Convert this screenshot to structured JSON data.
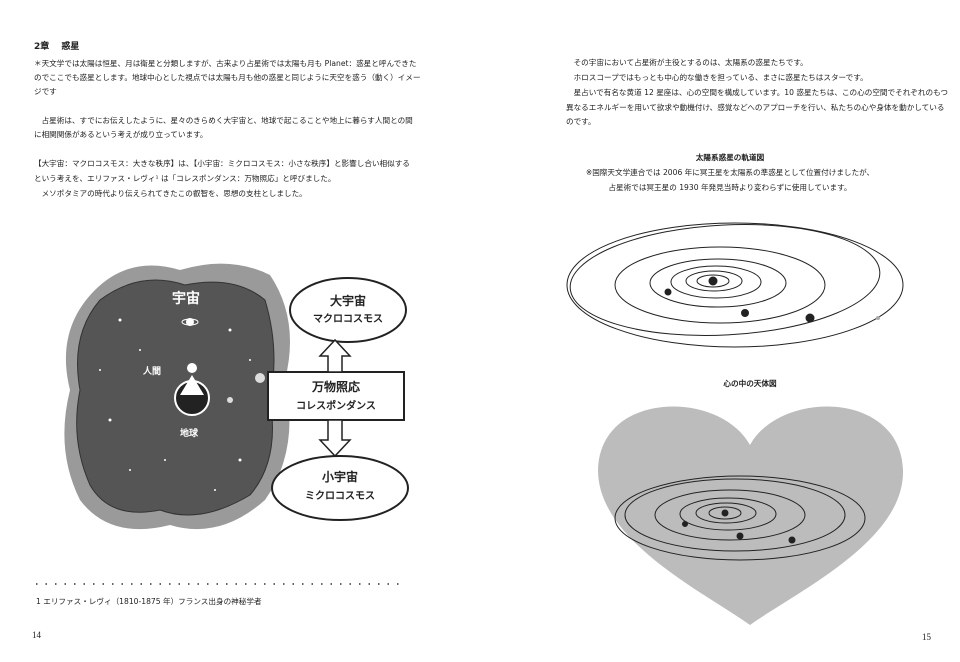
{
  "left": {
    "chapter": "2章　 惑星",
    "note": [
      "＊天文学では太陽は恒星、月は衛星と分類しますが、古来より占星術では太陽も月も Planet：惑星と呼んできた",
      "のでここでも惑星とします。地球中心とした視点では太陽も月も他の惑星と同じように天空を惑う（動く）イメー",
      "ジです"
    ],
    "para1": [
      "　占星術は、すでにお伝えしたように、星々のきらめく大宇宙と、地球で起こることや地上に暮らす人間との間",
      "に相関関係があるという考えが成り立っています。"
    ],
    "para2": [
      "【大宇宙：マクロコスモス：大きな秩序】は、【小宇宙：ミクロコスモス：小さな秩序】と影響し合い相似する",
      "という考えを、エリファス・レヴィ¹ は「コレスポンダンス：万物照応」と呼びました。",
      "　メソポタミアの時代より伝えられてきたこの叡智を、思想の支柱としました。"
    ],
    "figure": {
      "cosmos": "宇宙",
      "human": "人間",
      "earth": "地球",
      "macro_title": "大宇宙",
      "macro_sub": "マクロコスモス",
      "corr_title": "万物照応",
      "corr_sub": "コレスポンダンス",
      "micro_title": "小宇宙",
      "micro_sub": "ミクロコスモス"
    },
    "footnote": "1 エリファス・レヴィ（1810-1875 年）フランス出身の神秘学者",
    "page_number": "14"
  },
  "right": {
    "para": [
      "　その宇宙において占星術が主役とするのは、太陽系の惑星たちです。",
      "　ホロスコープではもっとも中心的な働きを担っている、まさに惑星たちはスターです。",
      "　星占いで有名な黄道 12 星座は、心の空間を構成しています。10 惑星たちは、この心の空間でそれぞれのもつ",
      "異なるエネルギーを用いて欲求や動機付け、感覚などへのアプローチを行い、私たちの心や身体を動かしている",
      "のです。"
    ],
    "orbit_title": "太陽系惑星の軌道図",
    "orbit_note": [
      "※国際天文学連合では 2006 年に冥王星を太陽系の準惑星として位置付けましたが、",
      "占星術では冥王星の 1930 年発見当時より変わらずに使用しています。"
    ],
    "heart_title": "心の中の天体図",
    "page_number": "15"
  }
}
